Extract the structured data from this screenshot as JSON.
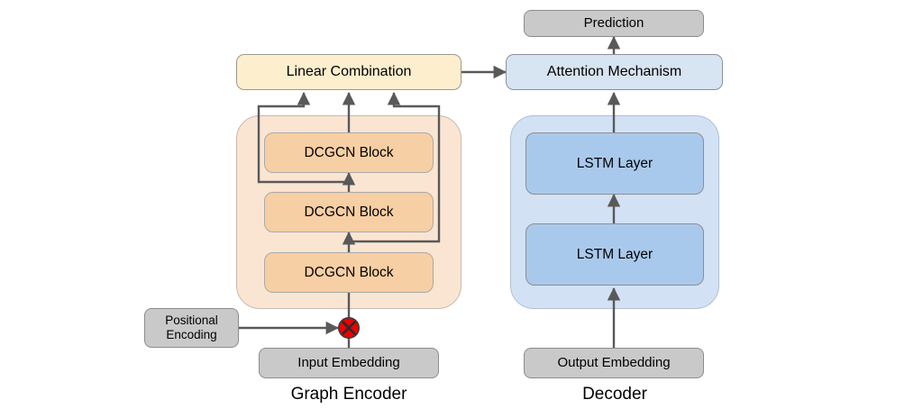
{
  "diagram": {
    "title_hidden": "",
    "background": "#ffffff",
    "colors": {
      "gray_fill": "#c9c9c9",
      "gray_stroke": "#8c8c8c",
      "cream_fill": "#fdeecd",
      "light_blue_fill": "#d7e4f1",
      "orange_block_fill": "#f7cfa4",
      "blue_block_fill": "#a9c9ec",
      "encoder_container_fill": "#fae5d3",
      "decoder_container_fill": "#d3e1f5",
      "arrow_stroke": "#595959",
      "operator_fill": "#ee0000"
    },
    "groups": [
      {
        "name": "graph-encoder",
        "label": "Graph Encoder"
      },
      {
        "name": "decoder",
        "label": "Decoder"
      }
    ],
    "nodes": {
      "prediction": "Prediction",
      "attention_mechanism": "Attention Mechanism",
      "linear_combination": "Linear Combination",
      "dcgcn_block_top": "DCGCN Block",
      "dcgcn_block_mid": "DCGCN Block",
      "dcgcn_block_bottom": "DCGCN Block",
      "lstm_layer_top": "LSTM Layer",
      "lstm_layer_bottom": "LSTM Layer",
      "positional_encoding": "Positional\nEncoding",
      "input_embedding": "Input Embedding",
      "output_embedding": "Output Embedding",
      "combine_operator": "⊗"
    },
    "edges": [
      {
        "from": "input-embedding",
        "to": "combine-operator"
      },
      {
        "from": "positional-encoding",
        "to": "combine-operator"
      },
      {
        "from": "combine-operator",
        "to": "dcgcn-block-bottom"
      },
      {
        "from": "dcgcn-block-bottom",
        "to": "dcgcn-block-mid"
      },
      {
        "from": "dcgcn-block-mid",
        "to": "dcgcn-block-top"
      },
      {
        "from": "dcgcn-block-top",
        "to": "linear-combination"
      },
      {
        "from": "skip-after-block1",
        "to": "linear-combination"
      },
      {
        "from": "skip-after-block2",
        "to": "linear-combination"
      },
      {
        "from": "linear-combination",
        "to": "attention-mechanism"
      },
      {
        "from": "output-embedding",
        "to": "lstm-layer-bottom"
      },
      {
        "from": "lstm-layer-bottom",
        "to": "lstm-layer-top"
      },
      {
        "from": "lstm-layer-top",
        "to": "attention-mechanism"
      },
      {
        "from": "attention-mechanism",
        "to": "prediction"
      }
    ]
  }
}
